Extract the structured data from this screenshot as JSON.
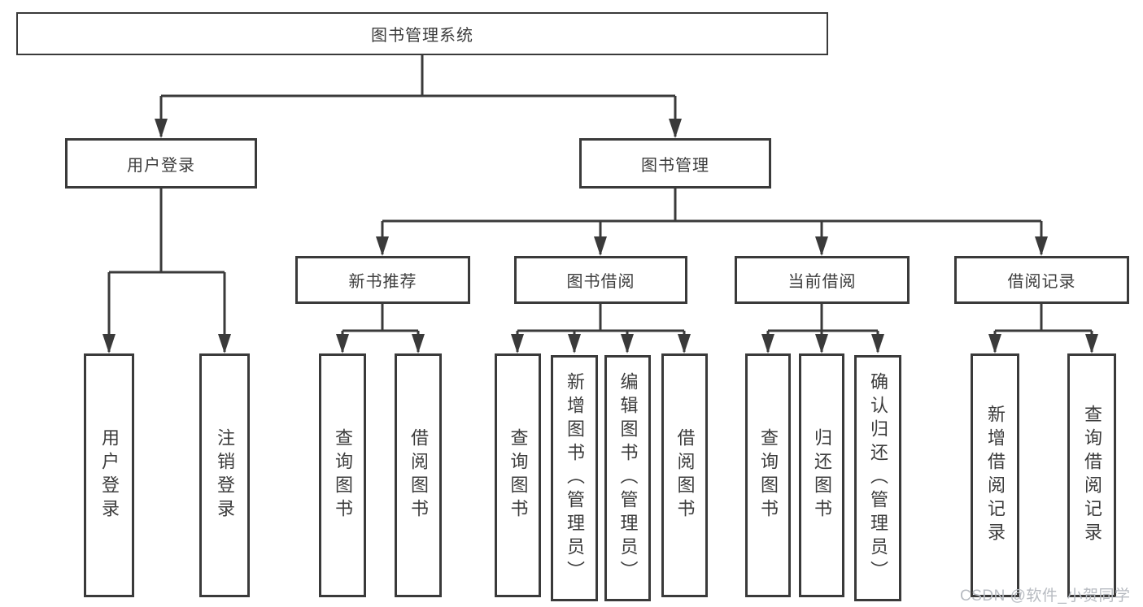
{
  "diagram": {
    "tree": {
      "root": {
        "label": "图书管理系统"
      },
      "level2": [
        {
          "label": "用户登录",
          "children": [
            {
              "label": "用户登录"
            },
            {
              "label": "注销登录"
            }
          ]
        },
        {
          "label": "图书管理",
          "children": [
            {
              "label": "新书推荐",
              "children": [
                {
                  "label": "查询图书"
                },
                {
                  "label": "借阅图书"
                }
              ]
            },
            {
              "label": "图书借阅",
              "children": [
                {
                  "label": "查询图书"
                },
                {
                  "label": "新增图书（管理员）"
                },
                {
                  "label": "编辑图书（管理员）"
                },
                {
                  "label": "借阅图书"
                }
              ]
            },
            {
              "label": "当前借阅",
              "children": [
                {
                  "label": "查询图书"
                },
                {
                  "label": "归还图书"
                },
                {
                  "label": "确认归还（管理员）"
                }
              ]
            },
            {
              "label": "借阅记录",
              "children": [
                {
                  "label": "新增借阅记录"
                },
                {
                  "label": "查询借阅记录"
                }
              ]
            }
          ]
        }
      ]
    }
  },
  "watermark": {
    "text": "CSDN @软件_小贺同学"
  },
  "colors": {
    "line": "#3a3a3a",
    "box_border": "#3a3a3a",
    "text": "#3c3c3c",
    "background": "#ffffff",
    "watermark": "#b7bbc1"
  }
}
